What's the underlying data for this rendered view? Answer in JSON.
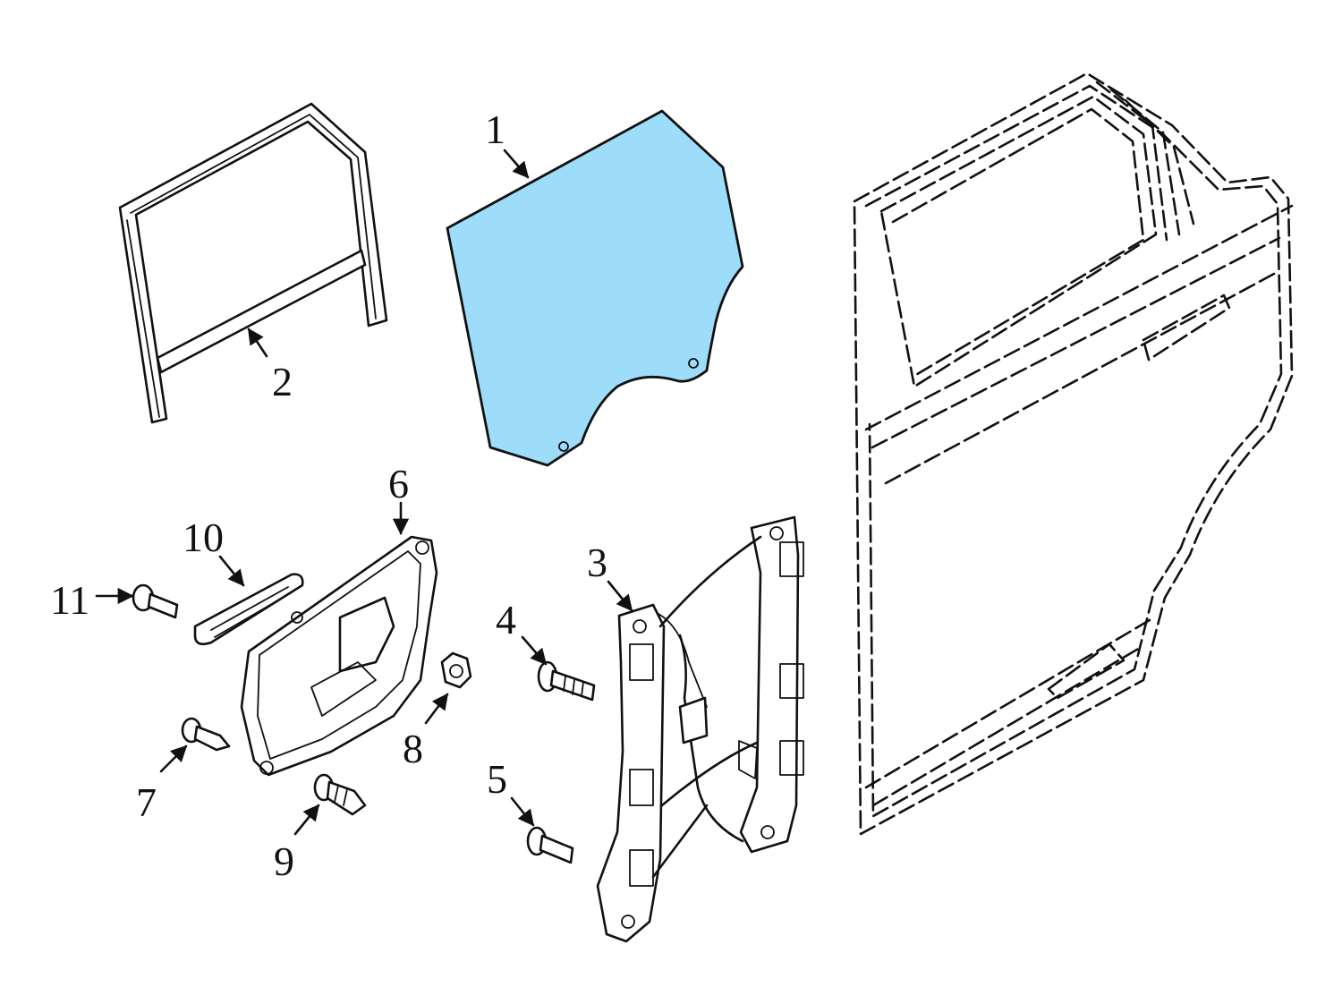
{
  "colors": {
    "glass_fill": "#9EDDF9",
    "line": "#111111",
    "background": "#FFFFFF"
  },
  "callouts": {
    "c1": "1",
    "c2": "2",
    "c3": "3",
    "c4": "4",
    "c5": "5",
    "c6": "6",
    "c7": "7",
    "c8": "8",
    "c9": "9",
    "c10": "10",
    "c11": "11"
  }
}
